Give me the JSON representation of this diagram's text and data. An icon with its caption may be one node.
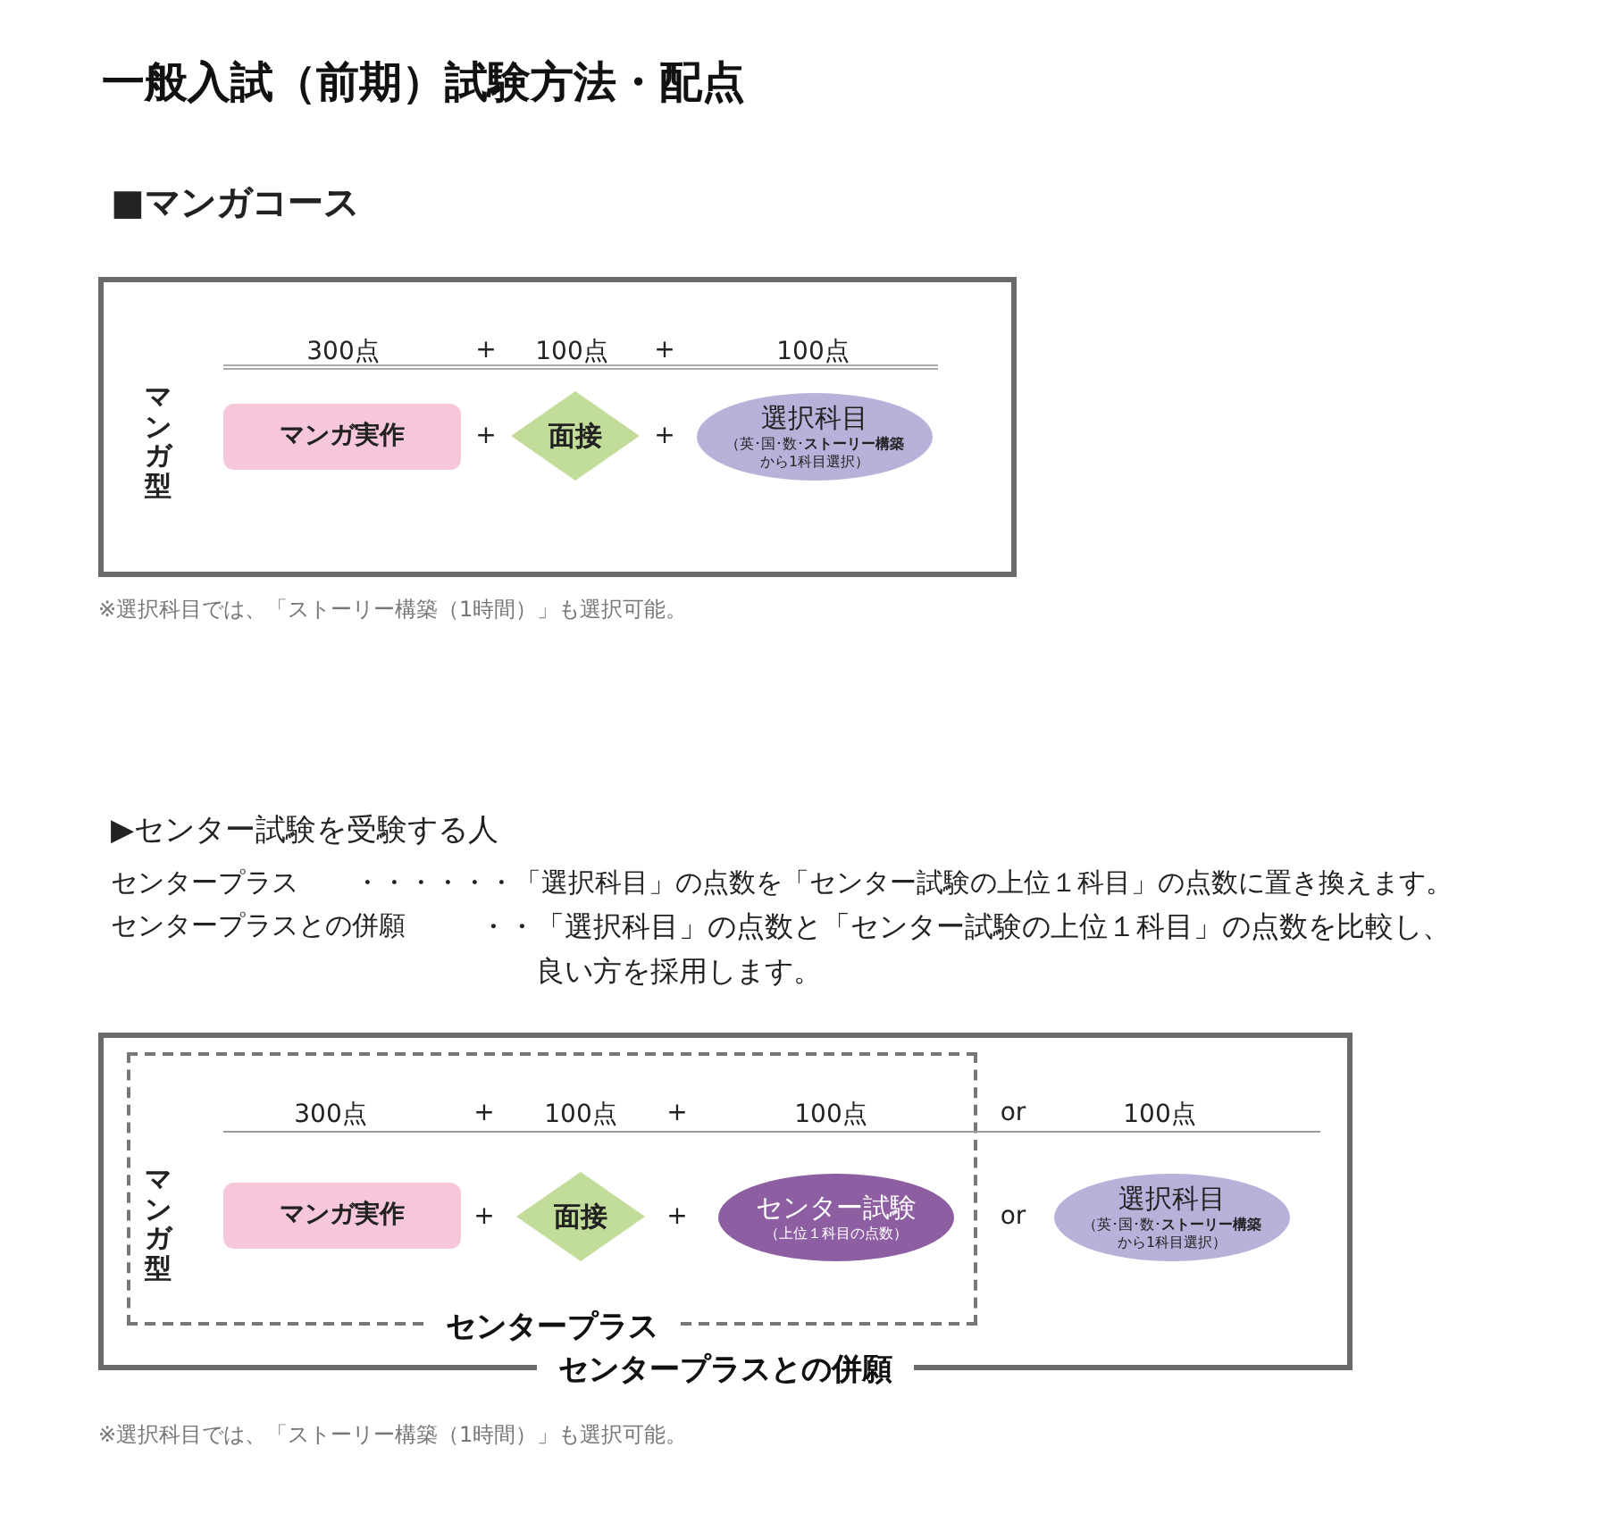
{
  "diagram": {
    "title": "一般入試（前期）試験方法・配点",
    "nodes": [
      {
        "text": [],
        "shape": "box"
      },
      {
        "text": [
          "マンガ実作"
        ],
        "in": 0
      },
      {
        "text": [
          "面接"
        ],
        "in": 0
      },
      {
        "text": [
          "選択科目",
          "（英･国･数･**ストーリー構築**から1科目選択）"
        ],
        "in": 0
      },
      {
        "text": [
          "センタープラスとの併願"
        ]
      },
      {
        "text": [
          "センタープラス"
        ],
        "in": 4
      },
      {
        "text": [
          "マンガ実作"
        ],
        "in": 5
      },
      {
        "text": [
          "面接"
        ],
        "in": 5
      },
      {
        "text": [
          "センター試験",
          "（上位１科目の点数）"
        ],
        "in": 5
      },
      {
        "text": [
          "選択科目",
          "（英･国･数･**ストーリー構築**から1科目選択）"
        ],
        "in": 4
      }
    ],
    "edges": [],
    "labels": [
      "■マンガコース",
      "300点",
      "+",
      "100点",
      "+",
      "100点",
      "マンガ型",
      "+",
      "+",
      "※選択科目では、「ストーリー構築（1時間）」も選択可能。",
      "▶センター試験を受験する人",
      "センタープラス",
      "・・・・・・「選択科目」の点数を「センター試験の上位１科目」の点数に置き換えます。",
      "センタープラスとの併願",
      "・・「選択科目」の点数と「センター試験の上位１科目」の点数を比較し、良い方を採用します。",
      "300点",
      "+",
      "100点",
      "+",
      "100点",
      "or",
      "100点",
      "マンガ型",
      "+",
      "+",
      "or",
      "※選択科目では、「ストーリー構築（1時間）」も選択可能。"
    ]
  }
}
